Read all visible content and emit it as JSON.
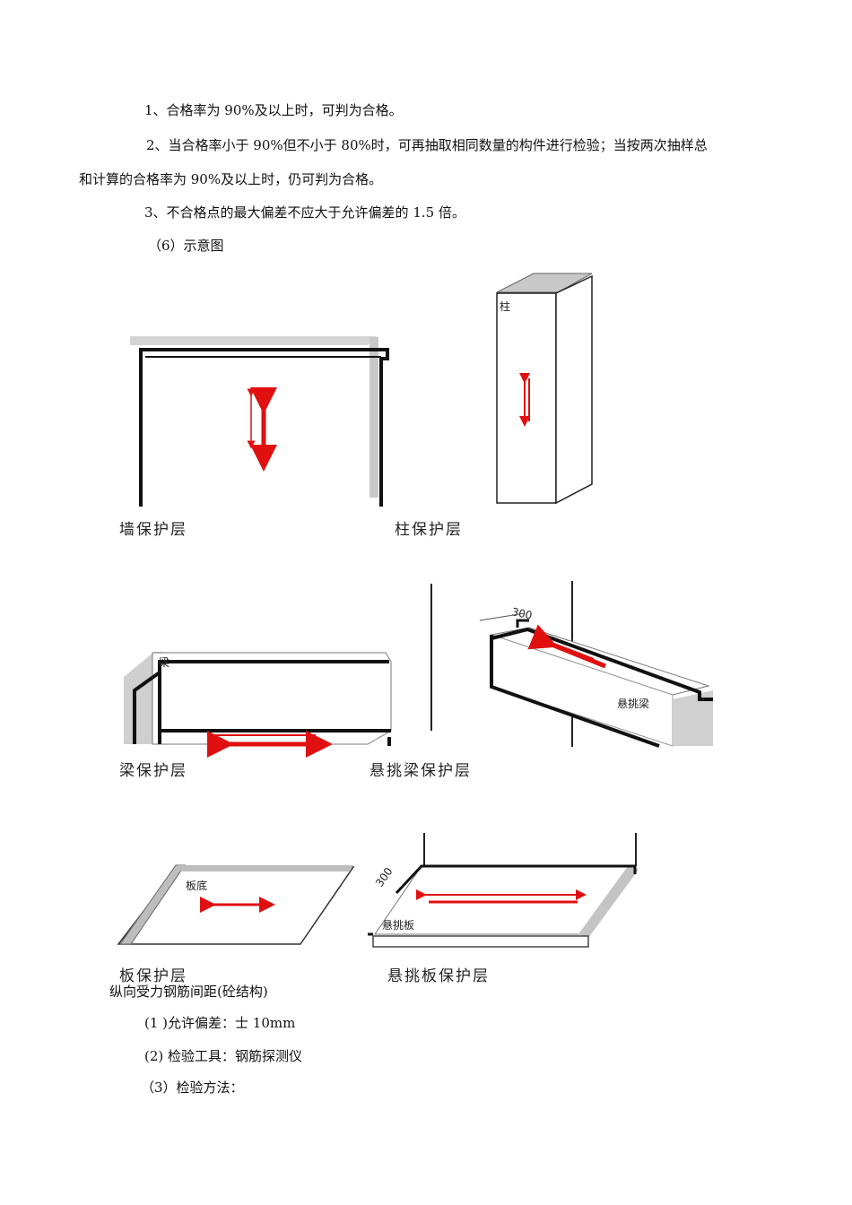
{
  "paragraphs": {
    "p1": "1、合格率为 90%及以上时，可判为合格。",
    "p2a": "2、当合格率小于 90%但不小于 80%时，可再抽取相同数量的构件进行检验；当按两次抽样总",
    "p2b": "和计算的合格率为 90%及以上时，仍可判为合格。",
    "p3": "3、不合格点的最大偏差不应大于允许偏差的 1.5 倍。",
    "p4": "（6）示意图"
  },
  "figures": {
    "wall": {
      "caption": "墙保护层"
    },
    "column": {
      "caption": "柱保护层",
      "label": "柱"
    },
    "beam": {
      "caption": "梁保护层",
      "label": "梁"
    },
    "cantilever_beam": {
      "caption": "悬挑梁保护层",
      "label": "悬挑梁",
      "dim": "300"
    },
    "slab": {
      "caption": "板保护层",
      "label": "板底"
    },
    "cantilever_slab": {
      "caption": "悬挑板保护层",
      "label": "悬挑板",
      "dim": "300"
    }
  },
  "section": {
    "heading": "纵向受力钢筋间距(砼结构)",
    "item1": "(1 )允许偏差：士  10mm",
    "item2": "(2)    检验工具：钢筋探测仪",
    "item3": "（3）检验方法："
  },
  "colors": {
    "arrow": "#e01010",
    "line": "#111111",
    "shade": "#c8c8c8"
  }
}
